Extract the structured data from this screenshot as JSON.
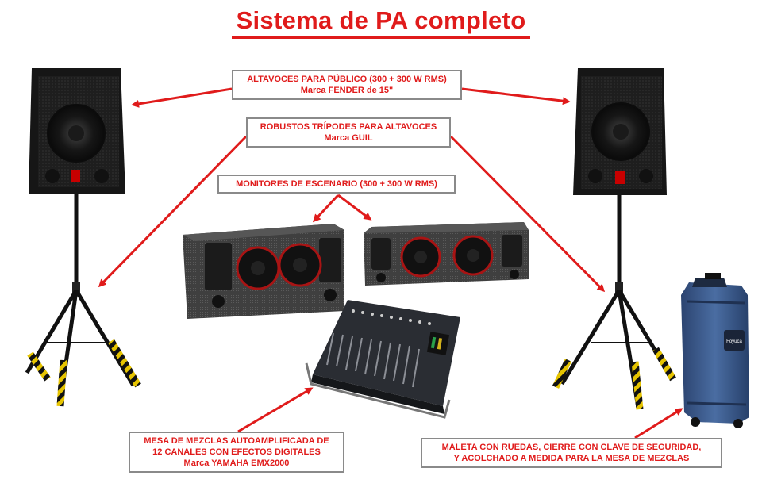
{
  "title": "Sistema de PA completo",
  "labels": {
    "speakers": {
      "line1": "ALTAVOCES PARA PÚBLICO (300 + 300 W RMS)",
      "line2": "Marca FENDER de 15\""
    },
    "tripods": {
      "line1": "ROBUSTOS TRÍPODES PARA ALTAVOCES",
      "line2": "Marca GUIL"
    },
    "monitors": {
      "line1": "MONITORES DE ESCENARIO (300 + 300 W RMS)"
    },
    "mixer": {
      "line1": "MESA DE MEZCLAS AUTOAMPLIFICADA DE",
      "line2": "12 CANALES CON EFECTOS DIGITALES",
      "line3": "Marca YAMAHA EMX2000"
    },
    "case": {
      "line1": "MALETA CON RUEDAS, CIERRE CON CLAVE DE SEGURIDAD,",
      "line2": "Y ACOLCHADO A MEDIDA PARA LA MESA DE MEZCLAS"
    }
  },
  "case_badge": "Foyuca",
  "colors": {
    "accent": "#e01b1b",
    "label_border": "#8a8a8a",
    "speaker": "#1b1b1b",
    "monitor": "#3a3a3a",
    "case": "#3b5a8a",
    "stripe_yellow": "#e6c400"
  }
}
